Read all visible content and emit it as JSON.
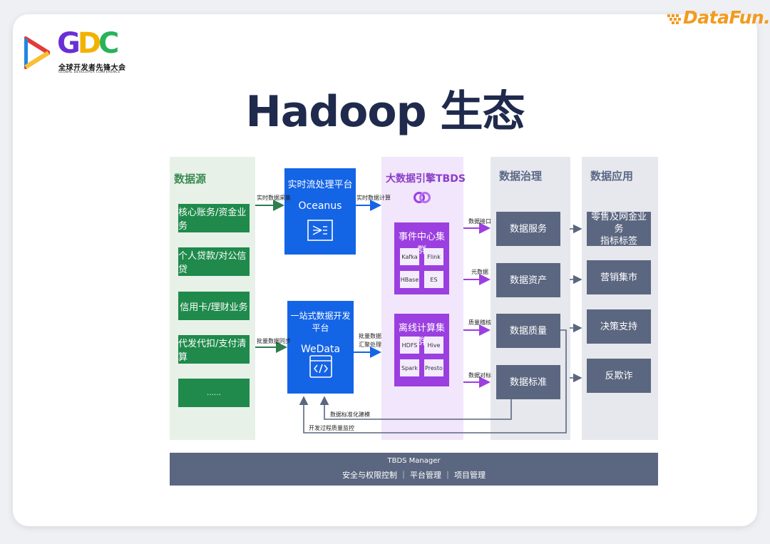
{
  "brand": {
    "conf_word_g": "G",
    "conf_word_d": "D",
    "conf_word_c": "C",
    "conf_cn": "全球开发者先锋大会",
    "conf_en": "GLOBAL DEVELOPER CONFERENCE",
    "datafun": "DataFun."
  },
  "title": "Hadoop 生态",
  "diagram": {
    "source": {
      "heading": "数据源",
      "items": [
        "核心账务/资金业务",
        "个人贷款/对公信贷",
        "信用卡/理财业务",
        "代发代扣/支付清算",
        "……"
      ]
    },
    "realtime": {
      "title": "实时流处理平台",
      "product": "Oceanus",
      "in_label": "实时数据采集",
      "out_label": "实时数据计算"
    },
    "wedata": {
      "title": "一站式数据开发平台",
      "product": "WeData",
      "in_label": "批量数据同步",
      "out_label_1": "批量数据",
      "out_label_2": "汇聚处理"
    },
    "engine": {
      "heading": "大数据引擎TBDS",
      "event_cluster": {
        "title": "事件中心集群",
        "chips": [
          "Kafka",
          "Flink",
          "HBase",
          "ES"
        ]
      },
      "offline_cluster": {
        "title": "离线计算集群",
        "chips": [
          "HDFS",
          "Hive",
          "Spark",
          "Presto"
        ]
      }
    },
    "governance": {
      "heading": "数据治理",
      "items": [
        "数据服务",
        "数据资产",
        "数据质量",
        "数据标准"
      ],
      "links": [
        "数据接口",
        "元数据",
        "质量稽核",
        "数据对标"
      ]
    },
    "application": {
      "heading": "数据应用",
      "items": [
        "零售及网金业务\n指标标签",
        "营销集市",
        "决策支持",
        "反欺诈"
      ]
    },
    "feedback": {
      "modeling": "数据标准化建模",
      "monitoring": "开发过程质量监控"
    },
    "manager": {
      "name": "TBDS Manager",
      "features": "安全与权限控制 ｜ 平台管理 ｜ 项目管理"
    }
  },
  "colors": {
    "green": "#1f8a4b",
    "blue": "#1464e6",
    "purple": "#9b3fe0",
    "slate": "#5b6680",
    "title": "#1f2a4d",
    "datafun": "#f39a1e"
  }
}
